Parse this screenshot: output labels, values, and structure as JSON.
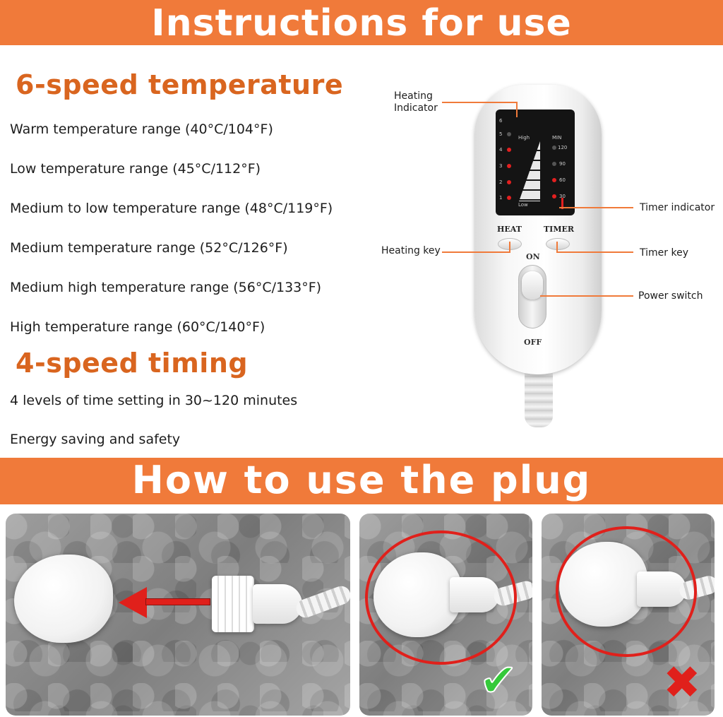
{
  "banners": {
    "top": "Instructions for use",
    "bottom": "How to use the plug"
  },
  "temperature_section": {
    "heading": "6-speed temperature",
    "lines": [
      "Warm temperature range (40°C/104°F)",
      "Low temperature range (45°C/112°F)",
      "Medium to low temperature range (48°C/119°F)",
      "Medium temperature range (52°C/126°F)",
      "Medium high temperature range (56°C/133°F)",
      "High temperature range (60°C/140°F)"
    ]
  },
  "timing_section": {
    "heading": "4-speed timing",
    "lines": [
      "4 levels of time setting in 30~120 minutes",
      "Energy saving and safety"
    ]
  },
  "remote": {
    "heat_levels": [
      "6",
      "5",
      "4",
      "3",
      "2",
      "1"
    ],
    "high_label": "High",
    "low_label": "Low",
    "min_label": "MIN",
    "timer_values": [
      "120",
      "90",
      "60",
      "30"
    ],
    "heat_key": "HEAT",
    "timer_key": "TIMER",
    "on_label": "ON",
    "off_label": "OFF"
  },
  "callouts": {
    "heating_indicator_line1": "Heating",
    "heating_indicator_line2": "Indicator",
    "timer_indicator": "Timer indicator",
    "heating_key": "Heating key",
    "timer_key": "Timer key",
    "power_switch": "Power switch"
  },
  "photos": [
    {
      "name": "insert-plug",
      "icon": "red-arrow-icon"
    },
    {
      "name": "correct-connection",
      "icon": "check-icon"
    },
    {
      "name": "incorrect-connection",
      "icon": "cross-icon"
    }
  ],
  "colors": {
    "banner": "#f07a3a",
    "heading": "#d9651f",
    "correct": "#35c93a",
    "incorrect": "#e0201b"
  }
}
